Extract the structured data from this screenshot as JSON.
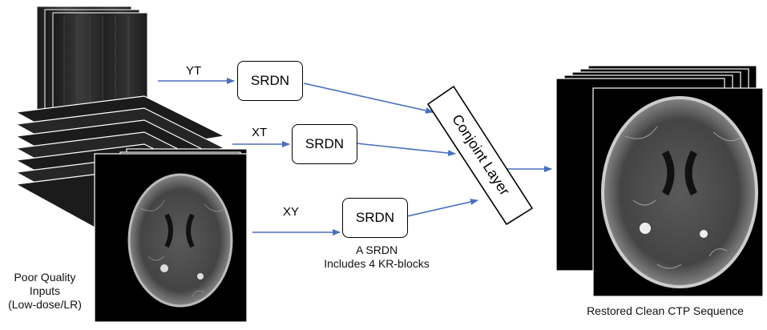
{
  "branches": [
    {
      "label": "YT",
      "module": "SRDN"
    },
    {
      "label": "XT",
      "module": "SRDN"
    },
    {
      "label": "XY",
      "module": "SRDN"
    }
  ],
  "conjoint": {
    "label": "Conjoint Layer"
  },
  "srdn_note": {
    "line1": "A SRDN",
    "line2": "Includes 4 KR-blocks"
  },
  "input_caption": {
    "line1": "Poor Quality",
    "line2": "Inputs",
    "line3": "(Low-dose/LR)"
  },
  "output_caption": "Restored Clean CTP Sequence",
  "colors": {
    "arrow": "#4a6fbf",
    "box_stroke": "#000000",
    "scan_bg": "#000000"
  }
}
